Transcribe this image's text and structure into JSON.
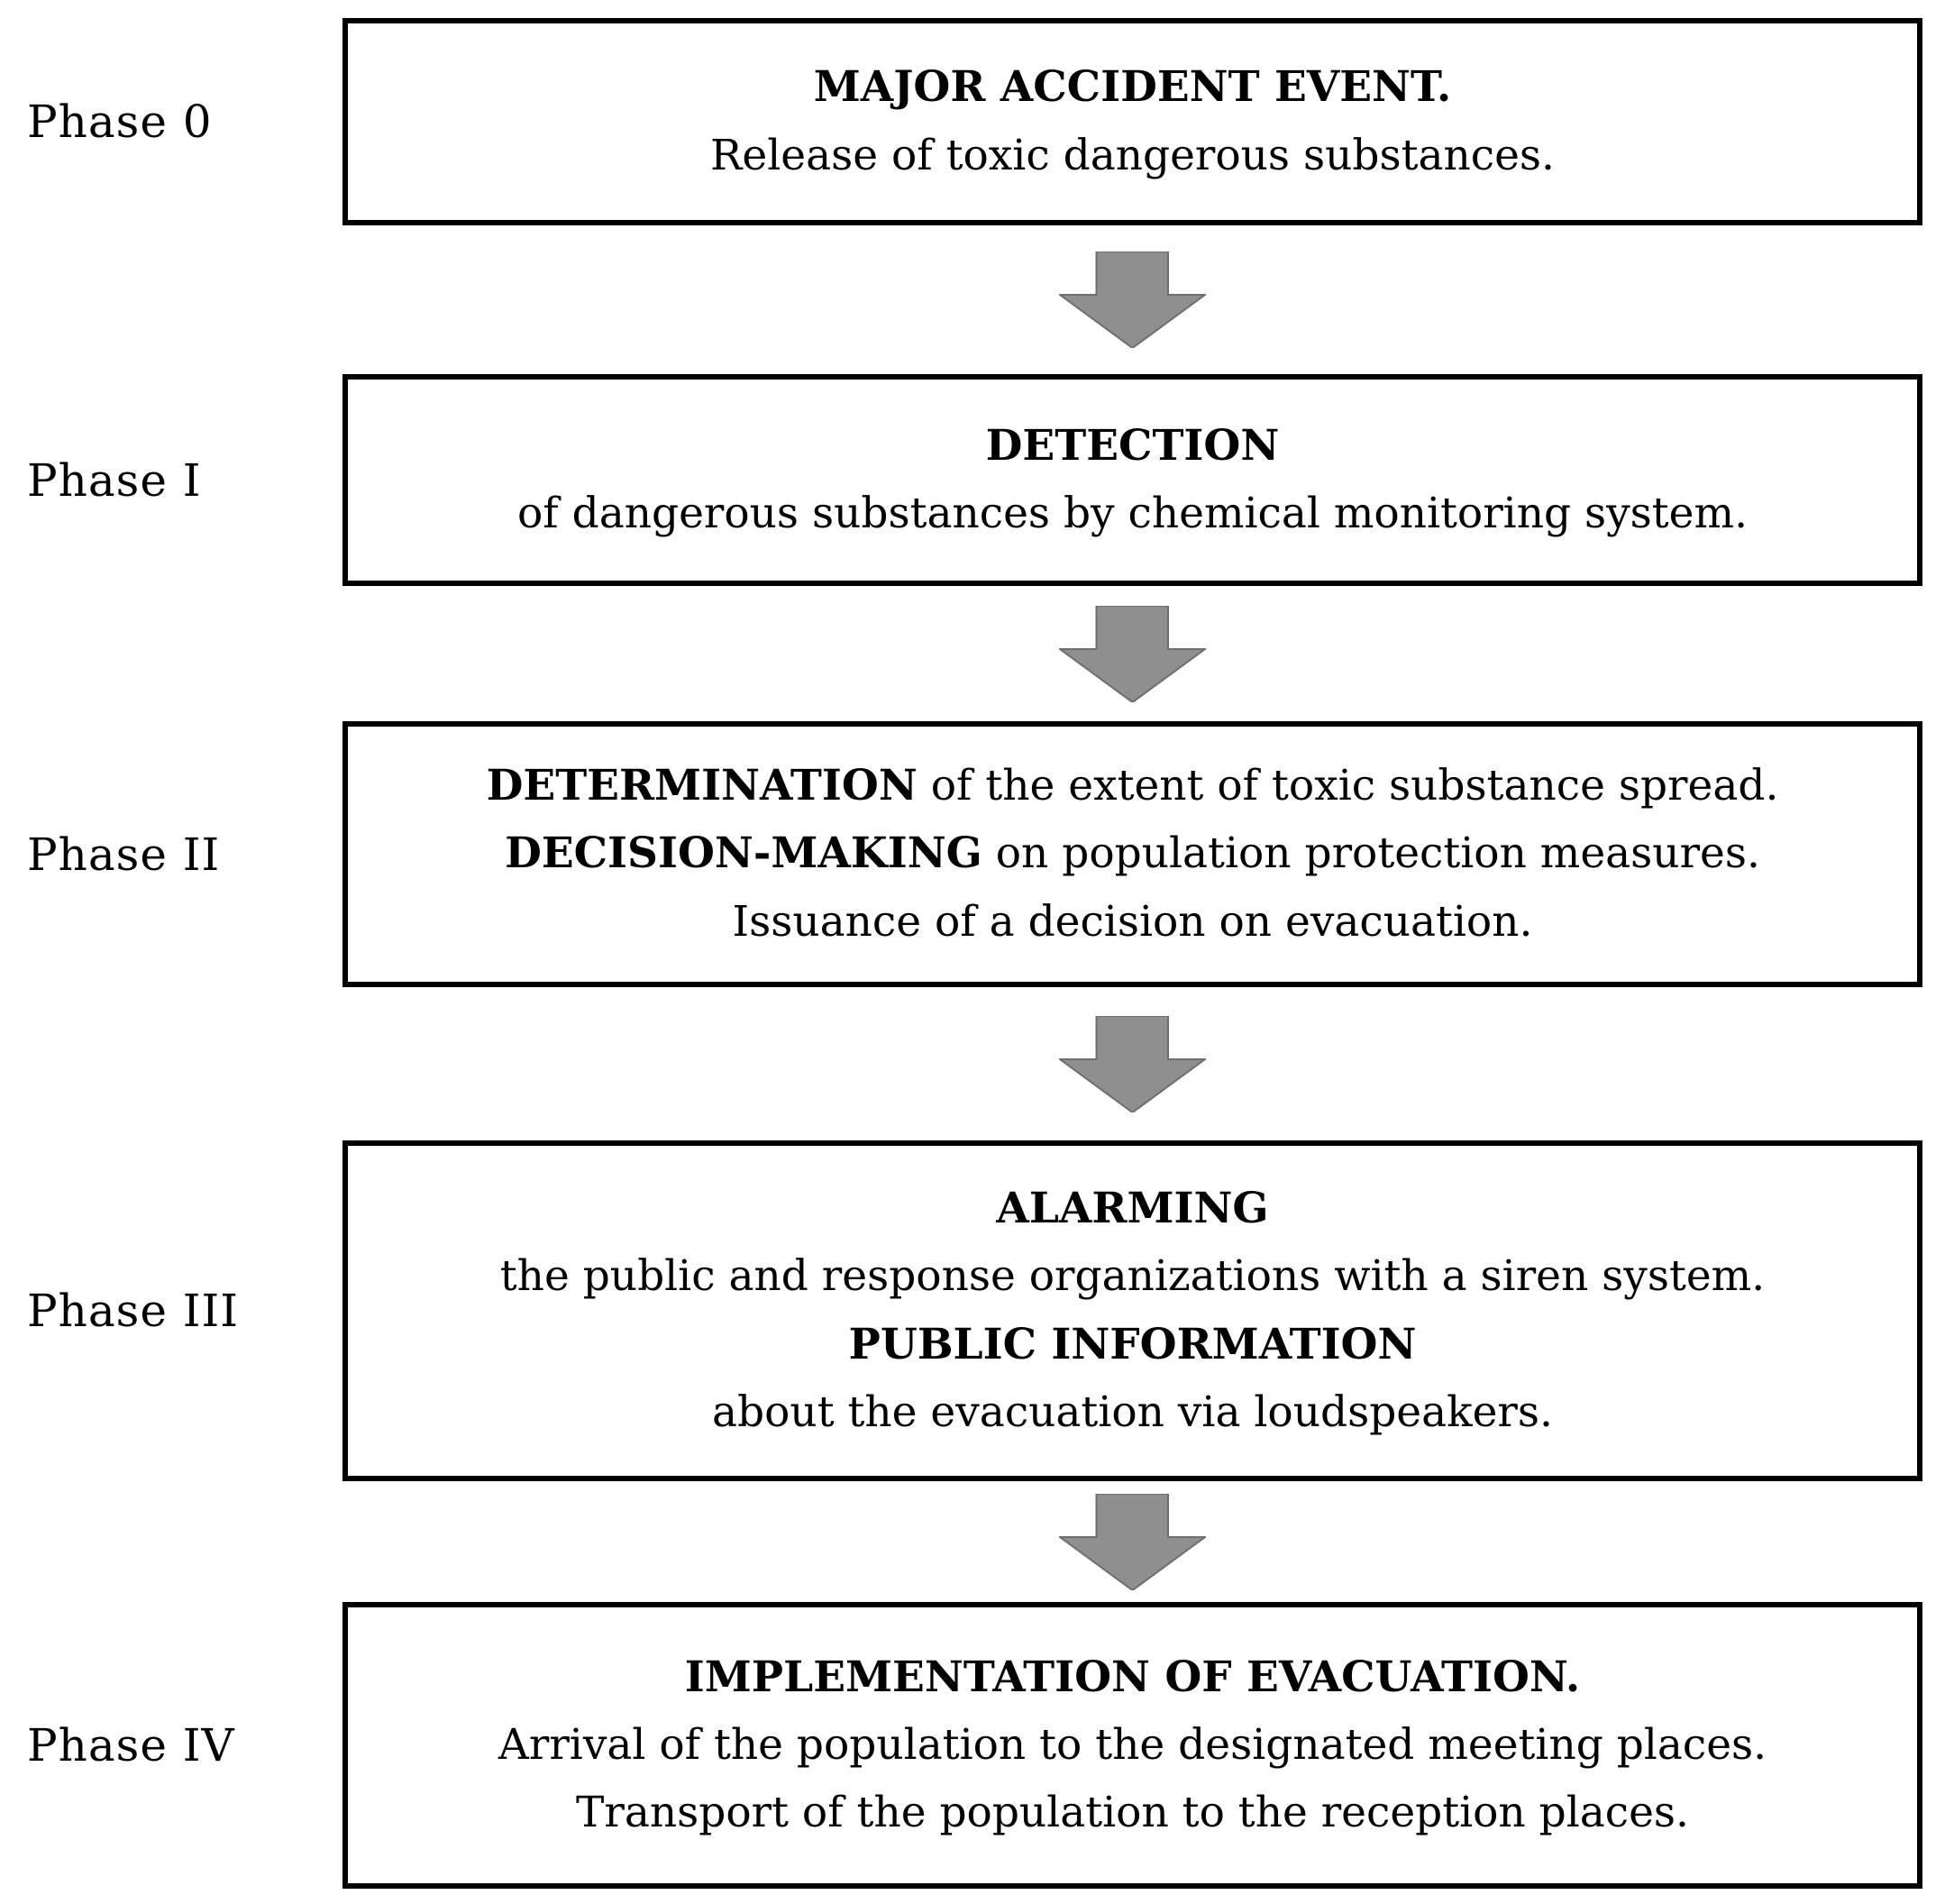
{
  "arrow": {
    "color": "#8f8f8f",
    "edge_color": "#6e6e6e"
  },
  "phases": [
    {
      "label": "Phase 0",
      "lines": [
        {
          "segments": [
            {
              "text": "MAJOR ACCIDENT EVENT.",
              "bold": true
            }
          ]
        },
        {
          "segments": [
            {
              "text": "Release of toxic dangerous substances.",
              "bold": false
            }
          ]
        }
      ]
    },
    {
      "label": "Phase I",
      "lines": [
        {
          "segments": [
            {
              "text": "DETECTION",
              "bold": true
            }
          ]
        },
        {
          "segments": [
            {
              "text": "of dangerous substances by chemical monitoring system.",
              "bold": false
            }
          ]
        }
      ]
    },
    {
      "label": "Phase II",
      "lines": [
        {
          "segments": [
            {
              "text": "DETERMINATION",
              "bold": true
            },
            {
              "text": " of the extent of toxic substance spread.",
              "bold": false
            }
          ]
        },
        {
          "segments": [
            {
              "text": "DECISION-MAKING",
              "bold": true
            },
            {
              "text": " on population protection measures.",
              "bold": false
            }
          ]
        },
        {
          "segments": [
            {
              "text": "Issuance of a decision on evacuation.",
              "bold": false
            }
          ]
        }
      ]
    },
    {
      "label": "Phase III",
      "lines": [
        {
          "segments": [
            {
              "text": "ALARMING",
              "bold": true
            }
          ]
        },
        {
          "segments": [
            {
              "text": "the public and response organizations with a siren system.",
              "bold": false
            }
          ]
        },
        {
          "segments": [
            {
              "text": "PUBLIC INFORMATION",
              "bold": true
            }
          ]
        },
        {
          "segments": [
            {
              "text": "about the evacuation via loudspeakers.",
              "bold": false
            }
          ]
        }
      ]
    },
    {
      "label": "Phase IV",
      "lines": [
        {
          "segments": [
            {
              "text": "IMPLEMENTATION OF EVACUATION.",
              "bold": true
            }
          ]
        },
        {
          "segments": [
            {
              "text": "Arrival of the population to the designated meeting places.",
              "bold": false
            }
          ]
        },
        {
          "segments": [
            {
              "text": "Transport of the population to the reception places.",
              "bold": false
            }
          ]
        }
      ]
    }
  ]
}
